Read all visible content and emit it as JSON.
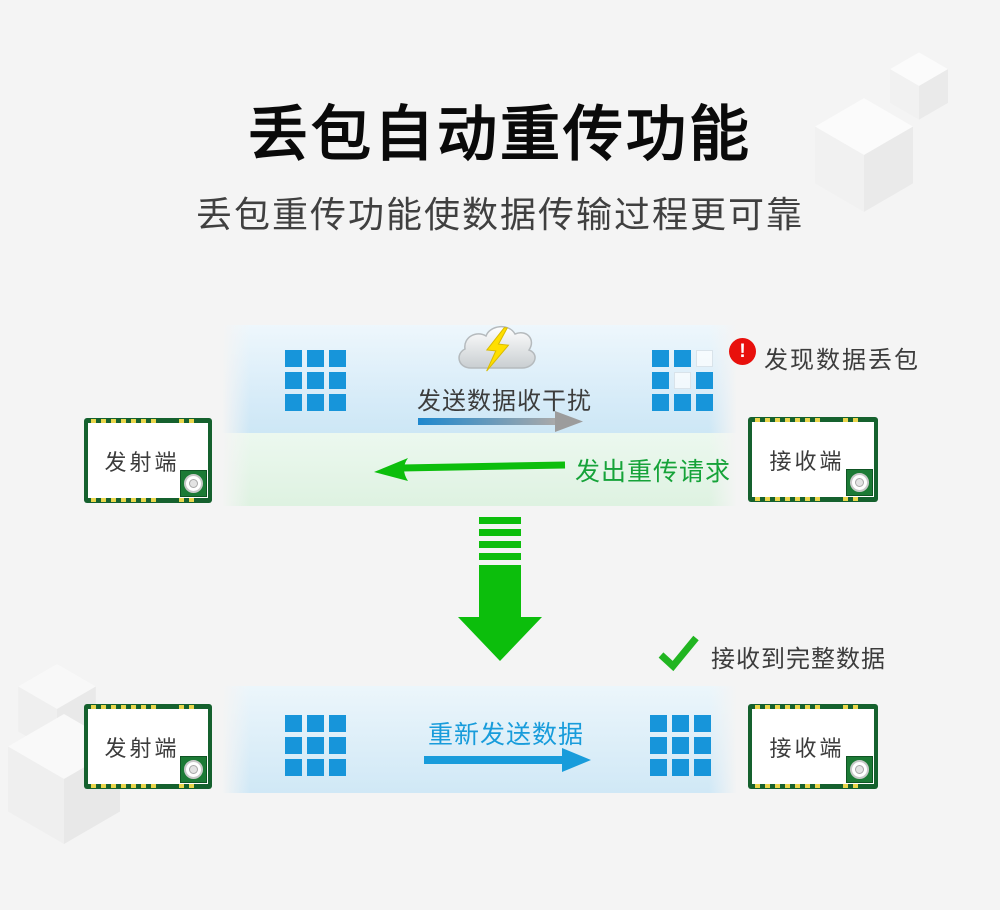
{
  "colors": {
    "background": "#f4f4f4",
    "accent_blue": "#1795da",
    "blue_text": "#189cdb",
    "green_text": "#16a339",
    "green_arrow": "#0cbe0c",
    "check_green": "#21b521",
    "alert_red": "#e8100c",
    "pcb_green": "#15612e",
    "pad_yellow": "#e9d54b",
    "dark_text": "#3c3c3c",
    "title_text": "#0a0a0a"
  },
  "header": {
    "title": "丢包自动重传功能",
    "subtitle": "丢包重传功能使数据传输过程更可靠"
  },
  "scene1": {
    "transmitter_label": "发射端",
    "receiver_label": "接收端",
    "interference_caption": "发送数据收干扰",
    "packet_loss_caption": "发现数据丢包",
    "retransmit_caption": "发出重传请求",
    "sent_grid": [
      [
        1,
        1,
        1
      ],
      [
        1,
        1,
        1
      ],
      [
        1,
        1,
        1
      ]
    ],
    "received_grid": [
      [
        1,
        1,
        0
      ],
      [
        1,
        0,
        1
      ],
      [
        1,
        1,
        1
      ]
    ]
  },
  "scene2": {
    "transmitter_label": "发射端",
    "receiver_label": "接收端",
    "complete_caption": "接收到完整数据",
    "resend_caption": "重新发送数据",
    "sent_grid": [
      [
        1,
        1,
        1
      ],
      [
        1,
        1,
        1
      ],
      [
        1,
        1,
        1
      ]
    ],
    "received_grid": [
      [
        1,
        1,
        1
      ],
      [
        1,
        1,
        1
      ],
      [
        1,
        1,
        1
      ]
    ]
  },
  "icons": {
    "alert_glyph": "!"
  }
}
